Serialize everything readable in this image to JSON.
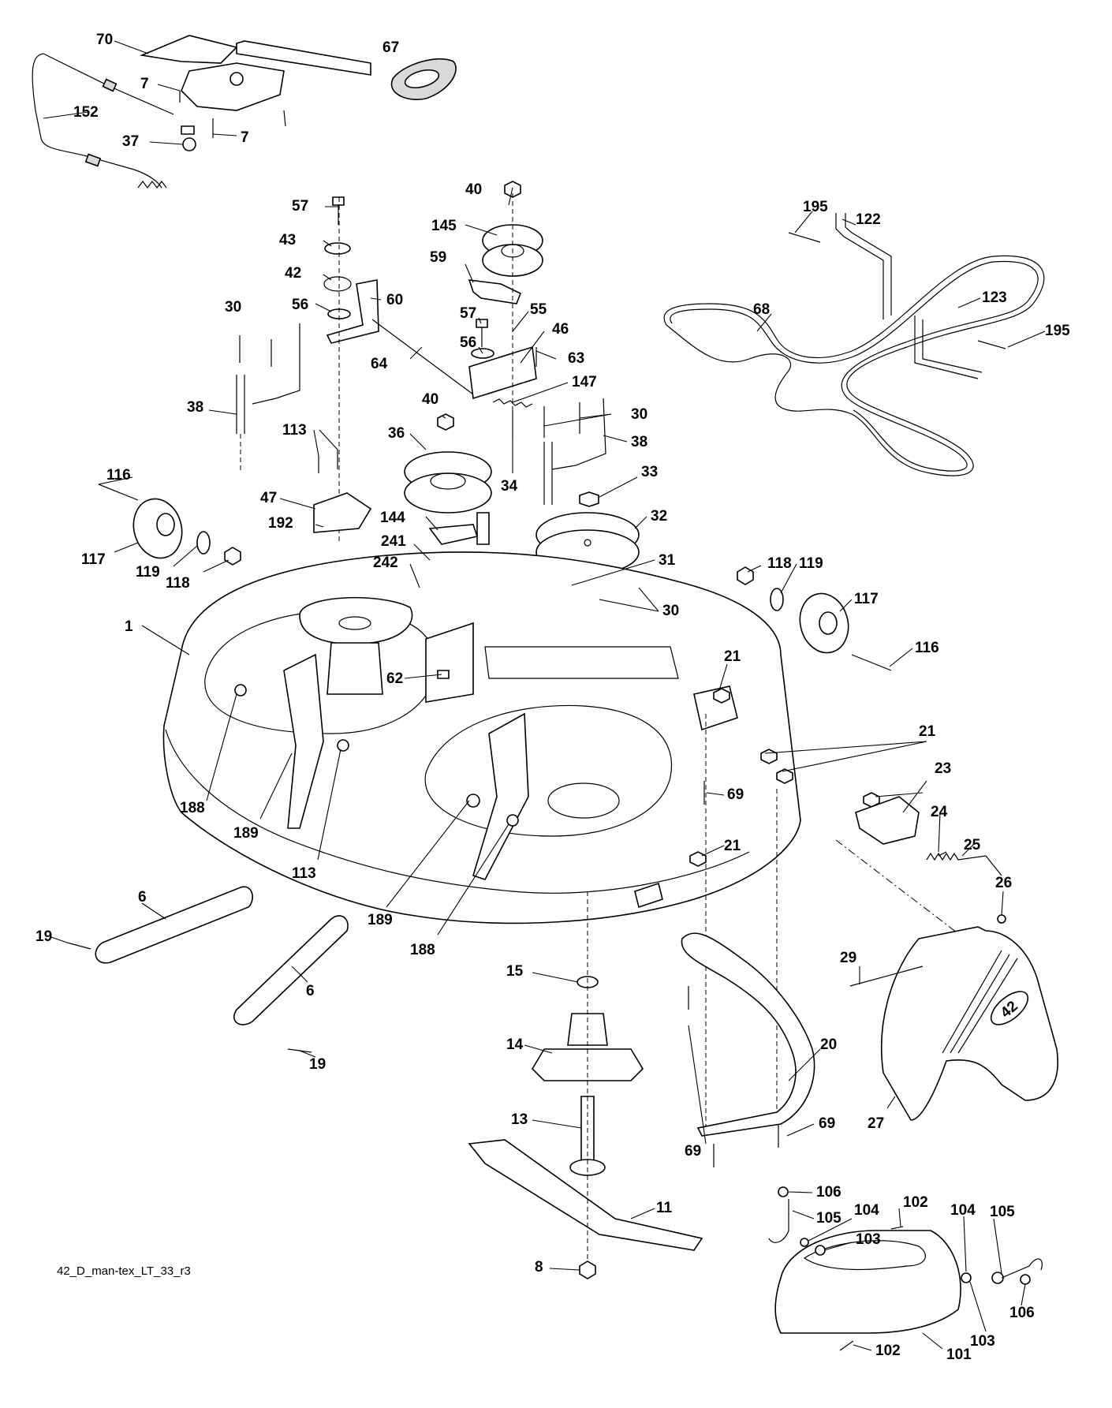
{
  "diagram": {
    "reference_code": "42_D_man-tex_LT_33_r3",
    "deck_badge": "42",
    "callouts": [
      {
        "id": "c70",
        "text": "70"
      },
      {
        "id": "c67",
        "text": "67"
      },
      {
        "id": "c7a",
        "text": "7"
      },
      {
        "id": "c7b",
        "text": "7"
      },
      {
        "id": "c152",
        "text": "152"
      },
      {
        "id": "c37",
        "text": "37"
      },
      {
        "id": "c57a",
        "text": "57"
      },
      {
        "id": "c43",
        "text": "43"
      },
      {
        "id": "c42",
        "text": "42"
      },
      {
        "id": "c60",
        "text": "60"
      },
      {
        "id": "c56a",
        "text": "56"
      },
      {
        "id": "c30a",
        "text": "30"
      },
      {
        "id": "c64",
        "text": "64"
      },
      {
        "id": "c38a",
        "text": "38"
      },
      {
        "id": "c113a",
        "text": "113"
      },
      {
        "id": "c116a",
        "text": "116"
      },
      {
        "id": "c47",
        "text": "47"
      },
      {
        "id": "c192",
        "text": "192"
      },
      {
        "id": "c117a",
        "text": "117"
      },
      {
        "id": "c119a",
        "text": "119"
      },
      {
        "id": "c118a",
        "text": "118"
      },
      {
        "id": "c40a",
        "text": "40"
      },
      {
        "id": "c145",
        "text": "145"
      },
      {
        "id": "c59",
        "text": "59"
      },
      {
        "id": "c57b",
        "text": "57"
      },
      {
        "id": "c55",
        "text": "55"
      },
      {
        "id": "c56b",
        "text": "56"
      },
      {
        "id": "c46",
        "text": "46"
      },
      {
        "id": "c63",
        "text": "63"
      },
      {
        "id": "c147",
        "text": "147"
      },
      {
        "id": "c40b",
        "text": "40"
      },
      {
        "id": "c36",
        "text": "36"
      },
      {
        "id": "c34",
        "text": "34"
      },
      {
        "id": "c30b",
        "text": "30"
      },
      {
        "id": "c38b",
        "text": "38"
      },
      {
        "id": "c33",
        "text": "33"
      },
      {
        "id": "c144",
        "text": "144"
      },
      {
        "id": "c32",
        "text": "32"
      },
      {
        "id": "c241",
        "text": "241"
      },
      {
        "id": "c242",
        "text": "242"
      },
      {
        "id": "c31",
        "text": "31"
      },
      {
        "id": "c30c",
        "text": "30"
      },
      {
        "id": "c195a",
        "text": "195"
      },
      {
        "id": "c122",
        "text": "122"
      },
      {
        "id": "c123",
        "text": "123"
      },
      {
        "id": "c68",
        "text": "68"
      },
      {
        "id": "c195b",
        "text": "195"
      },
      {
        "id": "c118b",
        "text": "118"
      },
      {
        "id": "c119b",
        "text": "119"
      },
      {
        "id": "c117b",
        "text": "117"
      },
      {
        "id": "c116b",
        "text": "116"
      },
      {
        "id": "c1",
        "text": "1"
      },
      {
        "id": "c62",
        "text": "62"
      },
      {
        "id": "c21a",
        "text": "21"
      },
      {
        "id": "c21b",
        "text": "21"
      },
      {
        "id": "c23",
        "text": "23"
      },
      {
        "id": "c69a",
        "text": "69"
      },
      {
        "id": "c24",
        "text": "24"
      },
      {
        "id": "c25",
        "text": "25"
      },
      {
        "id": "c21c",
        "text": "21"
      },
      {
        "id": "c26",
        "text": "26"
      },
      {
        "id": "c188a",
        "text": "188"
      },
      {
        "id": "c189a",
        "text": "189"
      },
      {
        "id": "c113b",
        "text": "113"
      },
      {
        "id": "c189b",
        "text": "189"
      },
      {
        "id": "c188b",
        "text": "188"
      },
      {
        "id": "c6a",
        "text": "6"
      },
      {
        "id": "c19a",
        "text": "19"
      },
      {
        "id": "c6b",
        "text": "6"
      },
      {
        "id": "c19b",
        "text": "19"
      },
      {
        "id": "c15",
        "text": "15"
      },
      {
        "id": "c29",
        "text": "29"
      },
      {
        "id": "c14",
        "text": "14"
      },
      {
        "id": "c20",
        "text": "20"
      },
      {
        "id": "c27",
        "text": "27"
      },
      {
        "id": "c13",
        "text": "13"
      },
      {
        "id": "c69b",
        "text": "69"
      },
      {
        "id": "c69c",
        "text": "69"
      },
      {
        "id": "c106a",
        "text": "106"
      },
      {
        "id": "c105a",
        "text": "105"
      },
      {
        "id": "c104a",
        "text": "104"
      },
      {
        "id": "c102a",
        "text": "102"
      },
      {
        "id": "c11",
        "text": "11"
      },
      {
        "id": "c103a",
        "text": "103"
      },
      {
        "id": "c104b",
        "text": "104"
      },
      {
        "id": "c105b",
        "text": "105"
      },
      {
        "id": "c8",
        "text": "8"
      },
      {
        "id": "c106b",
        "text": "106"
      },
      {
        "id": "c103b",
        "text": "103"
      },
      {
        "id": "c102b",
        "text": "102"
      },
      {
        "id": "c101",
        "text": "101"
      }
    ]
  }
}
